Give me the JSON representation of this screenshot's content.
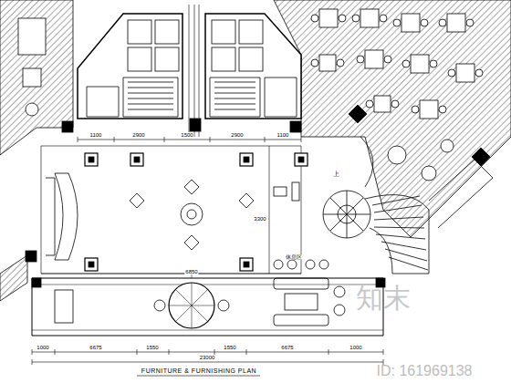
{
  "diagram": {
    "caption": "FURNITURE & FURNISHING PLAN",
    "labels": [
      "1100",
      "2900",
      "1500",
      "2900",
      "1100",
      "3300",
      "上",
      "休息区",
      "6850",
      "1000",
      "6675",
      "1550",
      "1550",
      "6675",
      "1000",
      "23000",
      "知末",
      "ID: 161969138"
    ]
  }
}
